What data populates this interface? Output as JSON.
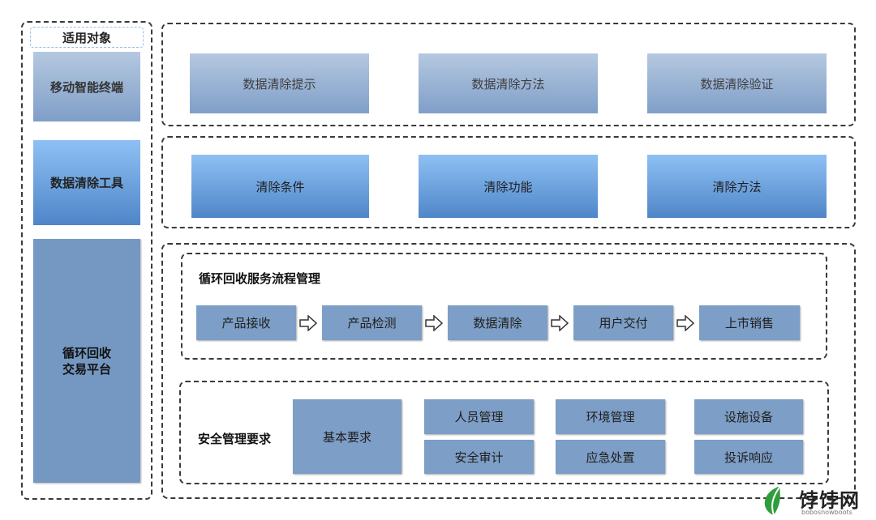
{
  "left_column": {
    "header": "适用对象",
    "items": [
      "移动智能终端",
      "数据清除工具",
      "循环回收\n交易平台"
    ]
  },
  "row1": {
    "items": [
      "数据清除提示",
      "数据清除方法",
      "数据清除验证"
    ]
  },
  "row2": {
    "items": [
      "清除条件",
      "清除功能",
      "清除方法"
    ]
  },
  "flow": {
    "title": "循环回收服务流程管理",
    "steps": [
      "产品接收",
      "产品检测",
      "数据清除",
      "用户交付",
      "上市销售"
    ]
  },
  "safety": {
    "title": "安全管理要求",
    "basic": "基本要求",
    "items": [
      "人员管理",
      "环境管理",
      "设施设备",
      "安全审计",
      "应急处置",
      "投诉响应"
    ]
  },
  "watermark": {
    "text": "饽饽网",
    "sub": "bobosnowboots"
  }
}
